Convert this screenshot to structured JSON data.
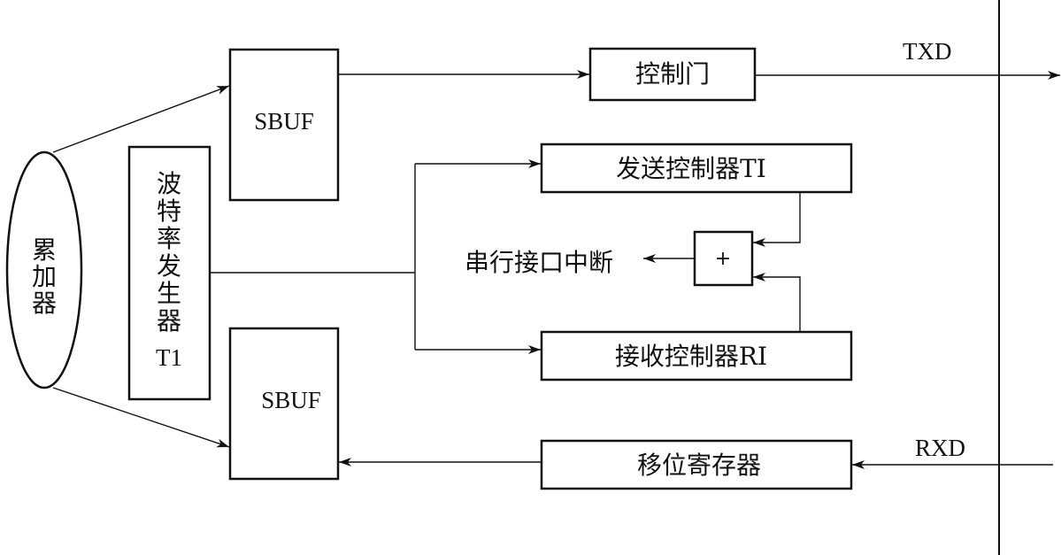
{
  "diagram": {
    "accumulator": [
      "累",
      "加",
      "器"
    ],
    "baud_generator": [
      "波",
      "特",
      "率",
      "发",
      "生",
      "器",
      "T1"
    ],
    "sbuf_top": "SBUF",
    "sbuf_bottom": "SBUF",
    "control_gate": "控制门",
    "tx_controller": "发送控制器TI",
    "rx_controller": "接收控制器RI",
    "or_gate": "+",
    "serial_interrupt": "串行接口中断",
    "shift_register": "移位寄存器",
    "txd": "TXD",
    "rxd": "RXD"
  }
}
